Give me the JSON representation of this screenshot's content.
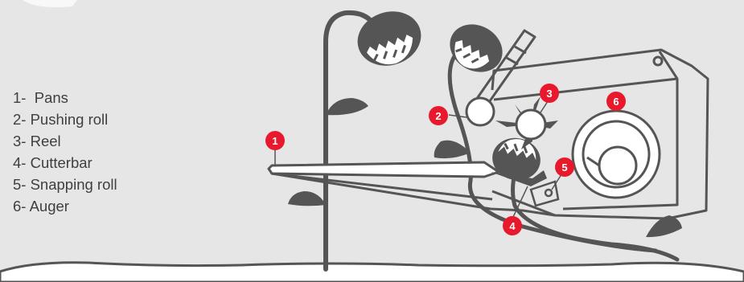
{
  "legend": {
    "items": [
      "1-  Pans",
      "2- Pushing roll",
      "3- Reel",
      "4- Cutterbar",
      "5- Snapping roll",
      "6- Auger"
    ]
  },
  "badges": [
    "1",
    "2",
    "3",
    "4",
    "5",
    "6"
  ],
  "colors": {
    "background": "#e6e6e6",
    "line": "#555555",
    "leaf": "#555555",
    "head": "#555555",
    "petal": "#ffffff",
    "badge": "#e8192c",
    "text": "#3f3f3f"
  }
}
